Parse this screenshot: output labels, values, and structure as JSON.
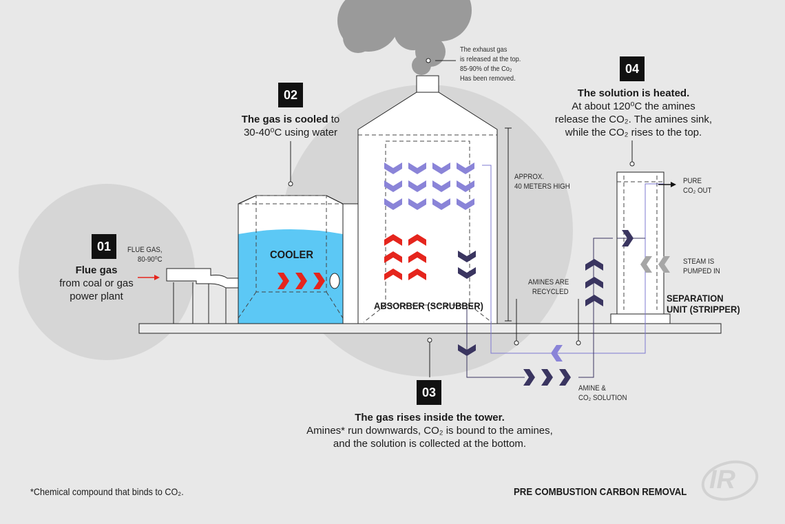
{
  "steps": {
    "s01": {
      "num": "01",
      "title": "Flue gas",
      "line1": "from coal or gas",
      "line2": "power plant"
    },
    "s02": {
      "num": "02",
      "title": "The gas is cooled",
      "title_rest": " to",
      "line1": "30-40⁰C using water"
    },
    "s03": {
      "num": "03",
      "title": "The gas rises inside the tower.",
      "line1": "Amines* run downwards, CO₂ is bound to the amines,",
      "line2": "and the solution is collected at the bottom."
    },
    "s04": {
      "num": "04",
      "title": "The solution is heated.",
      "line1": "At about 120⁰C the amines",
      "line2": "release the CO₂. The amines sink,",
      "line3": "while the CO₂ rises to the top."
    }
  },
  "labels": {
    "flue_gas_l1": "FLUE GAS,",
    "flue_gas_l2": "80-90⁰C",
    "cooler": "COOLER",
    "absorber": "ABSORBER (SCRUBBER)",
    "height_l1": "APPROX.",
    "height_l2": "40 METERS HIGH",
    "exhaust_l1": "The exhaust gas",
    "exhaust_l2": "is released at the top.",
    "exhaust_l3": "85-90% of the Co₂",
    "exhaust_l4": "Has been removed.",
    "amines_recycled_l1": "AMINES ARE",
    "amines_recycled_l2": "RECYCLED",
    "amine_solution_l1": "AMINE &",
    "amine_solution_l2": "CO₂ SOLUTION",
    "pure_co2_l1": "PURE",
    "pure_co2_l2": "CO₂ OUT",
    "steam_l1": "STEAM IS",
    "steam_l2": "PUMPED IN",
    "separation_l1": "SEPARATION",
    "separation_l2": "UNIT (STRIPPER)"
  },
  "footer": {
    "footnote": "*Chemical compound that binds to CO₂.",
    "title": "PRE COMBUSTION CARBON REMOVAL",
    "logo": "IR"
  },
  "colors": {
    "background": "#e8e8e8",
    "circle": "#d6d6d6",
    "water": "#5cc8f5",
    "red_arrow": "#e5251d",
    "purple_arrow": "#8a84d8",
    "navy_arrow": "#3a3560",
    "smoke": "#9a9a9a"
  }
}
